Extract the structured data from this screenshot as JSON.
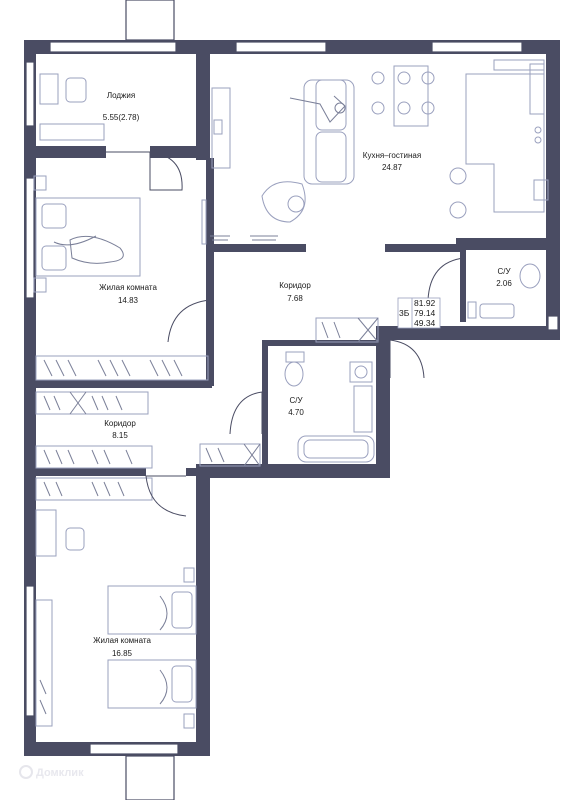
{
  "rooms": [
    {
      "id": "loggia",
      "name": "Лоджия",
      "area": "5.55(2.78)"
    },
    {
      "id": "kitchen",
      "name": "Кухня–гостиная",
      "area": "24.87"
    },
    {
      "id": "living1",
      "name": "Жилая комната",
      "area": "14.83"
    },
    {
      "id": "corridor1",
      "name": "Коридор",
      "area": "7.68"
    },
    {
      "id": "bath1",
      "name": "С/У",
      "area": "2.06"
    },
    {
      "id": "bath2",
      "name": "С/У",
      "area": "4.70"
    },
    {
      "id": "corridor2",
      "name": "Коридор",
      "area": "8.15"
    },
    {
      "id": "living2",
      "name": "Жилая комната",
      "area": "16.85"
    }
  ],
  "summary": {
    "rooms_count": "3Б",
    "total_area": "81.92",
    "area_2": "79.14",
    "living_area": "49.34"
  },
  "watermark": "Домклик",
  "colors": {
    "wall": "#4a4c63",
    "furniture": "#9aa0be"
  }
}
